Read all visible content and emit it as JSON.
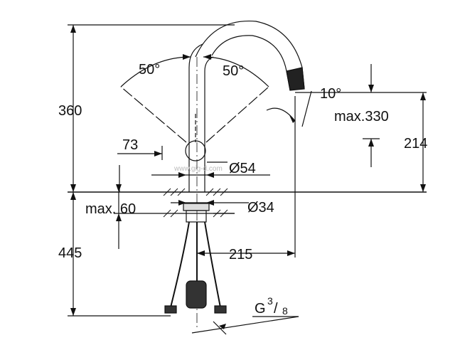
{
  "labels": {
    "height_total": "360",
    "angle_left": "50°",
    "angle_right": "50°",
    "spout_tilt": "10°",
    "spout_height": "max.330",
    "outlet_height": "214",
    "lever_offset": "73",
    "body_diameter": "Ø54",
    "deck_thickness": "max. 60",
    "mount_diameter": "Ø34",
    "hose_length": "445",
    "spout_reach": "215",
    "connection_main": "G",
    "connection_num": "3",
    "connection_den": "8"
  },
  "watermark": "www.gig-d.com"
}
